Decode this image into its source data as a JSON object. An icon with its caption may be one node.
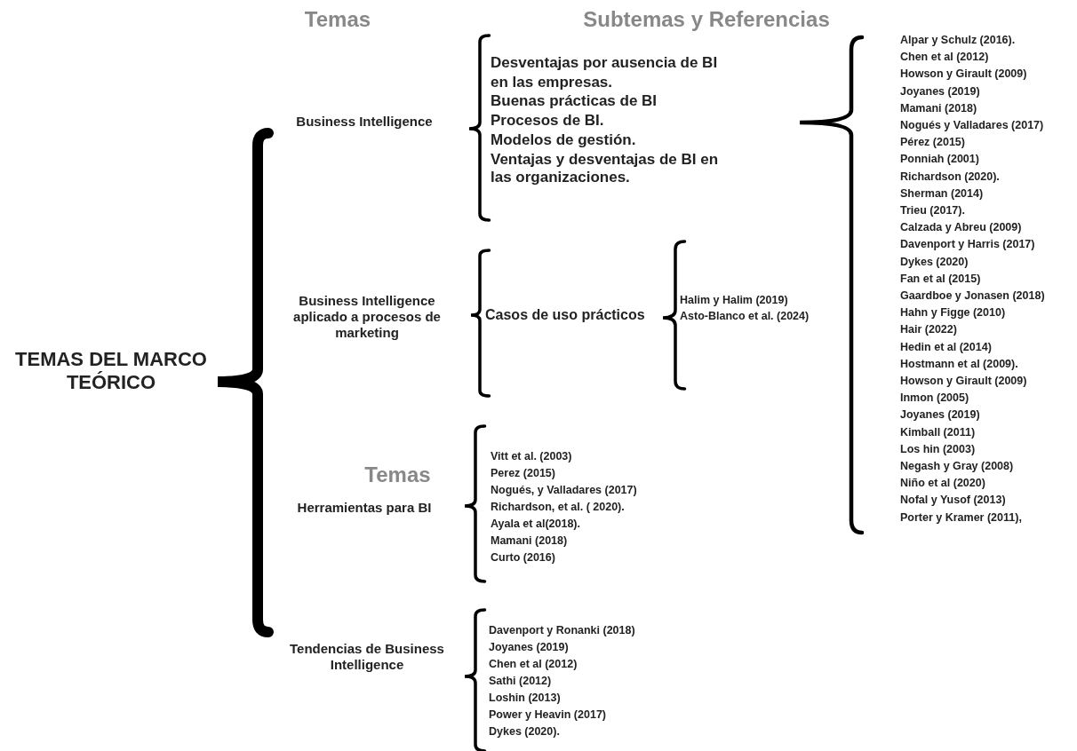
{
  "diagram": {
    "labels": [
      "Temas",
      "Subtemas y Referencias",
      "Business Intelligence",
      "Desventajas por ausencia de BI en las empresas.",
      "Buenas prácticas de BI",
      "Procesos de BI.",
      "Modelos de gestión.",
      "Ventajas y desventajas de BI en las organizaciones.",
      "Alpar y Schulz (2016).",
      "Chen et al (2012)",
      "Howson y Girault (2009)",
      "Joyanes (2019)",
      "Mamani (2018)",
      "Nogués y Valladares (2017)",
      "Pérez (2015)",
      "Ponniah (2001)",
      "Richardson (2020).",
      "Sherman (2014)",
      "Trieu (2017).",
      "Calzada y Abreu (2009)",
      "Davenport y Harris (2017)",
      "Dykes (2020)",
      "Fan et al (2015)",
      "Gaardboe y Jonasen (2018)",
      "Hahn y Figge (2010)",
      "Hair (2022)",
      "Hedin et al (2014)",
      "Hostmann et al (2009).",
      "Howson y Girault (2009)",
      "Inmon (2005)",
      "Joyanes (2019)",
      "Kimball (2011)",
      "Los hin (2003)",
      "Negash y Gray (2008)",
      "Niño et al (2020)",
      "Nofal y Yusof (2013)",
      "Porter y Kramer (2011),",
      "Business Intelligence aplicado a procesos de marketing",
      "Casos de uso prácticos",
      "Halim y Halim (2019)",
      "Asto-Blanco et al. (2024)",
      "TEMAS DEL MARCO TEÓRICO",
      "Temas",
      "Herramientas para BI",
      "Vitt et al. (2003)",
      "Perez (2015)",
      "Nogués, y Valladares (2017)",
      "Richardson, et al. ( 2020).",
      "Ayala et al(2018).",
      "Mamani (2018)",
      "Curto (2016)",
      "Tendencias de Business Intelligence",
      "Davenport y Ronanki (2018)",
      "Joyanes (2019)",
      "Chen et al (2012)",
      "Sathi (2012)",
      "Loshin (2013)",
      "Power y Heavin (2017)",
      "Dykes (2020)."
    ]
  }
}
